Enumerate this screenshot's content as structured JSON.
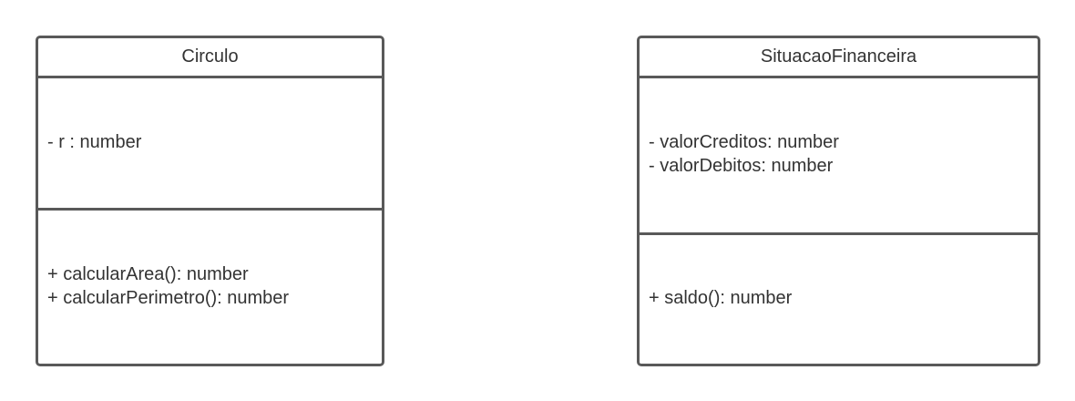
{
  "classes": [
    {
      "name": "Circulo",
      "attributes": [
        "- r : number"
      ],
      "methods": [
        "+ calcularArea(): number",
        "+ calcularPerimetro(): number"
      ]
    },
    {
      "name": "SituacaoFinanceira",
      "attributes": [
        "- valorCreditos: number",
        "- valorDebitos: number"
      ],
      "methods": [
        "+ saldo(): number"
      ]
    }
  ]
}
